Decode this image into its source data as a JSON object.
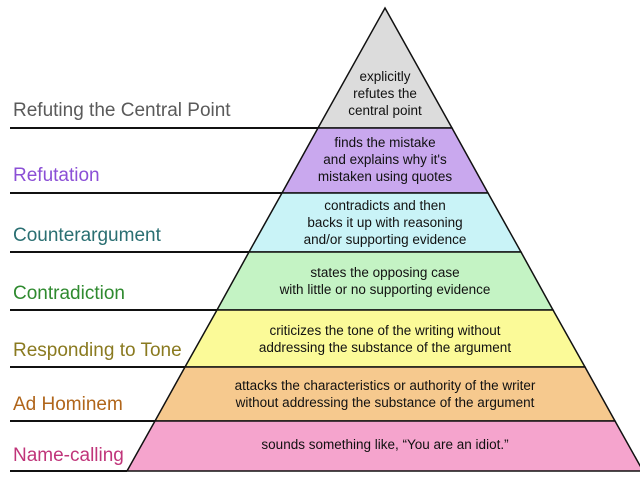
{
  "levels": [
    {
      "name": "Refuting the Central Point",
      "description": [
        "explicitly",
        "refutes the",
        "central point"
      ],
      "fill": "#dcdcdc",
      "label_color": "#5a5a5a"
    },
    {
      "name": "Refutation",
      "description": [
        "finds the mistake",
        "and explains why it's",
        "mistaken using quotes"
      ],
      "fill": "#c9a8ee",
      "label_color": "#8b4fd6"
    },
    {
      "name": "Counterargument",
      "description": [
        "contradicts and then",
        "backs it up with reasoning",
        "and/or supporting evidence"
      ],
      "fill": "#c9f3f7",
      "label_color": "#2a6f72"
    },
    {
      "name": "Contradiction",
      "description": [
        "states the opposing case",
        "with little or no supporting evidence"
      ],
      "fill": "#c4f3c4",
      "label_color": "#2f8a2f"
    },
    {
      "name": "Responding to Tone",
      "description": [
        "criticizes the tone of the writing without",
        "addressing the substance of the argument"
      ],
      "fill": "#fbfa98",
      "label_color": "#8a7a20"
    },
    {
      "name": "Ad Hominem",
      "description": [
        "attacks the characteristics or authority of the writer",
        "without addressing the substance of the argument"
      ],
      "fill": "#f6c98e",
      "label_color": "#b0651a"
    },
    {
      "name": "Name-calling",
      "description": [
        "sounds something like, “You are an idiot.”"
      ],
      "fill": "#f5a4cd",
      "label_color": "#c0357a"
    }
  ]
}
